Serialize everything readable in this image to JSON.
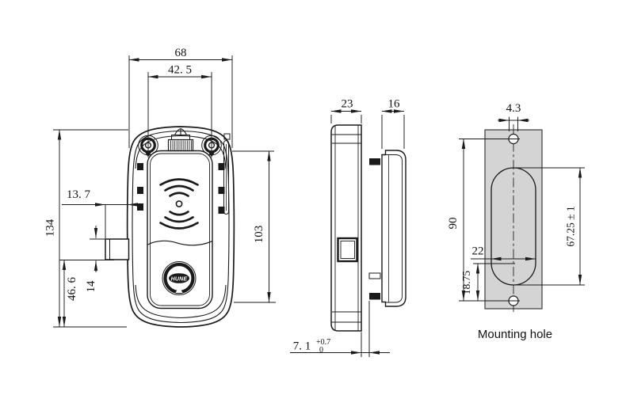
{
  "drawing": {
    "background": "#ffffff",
    "line_color": "#1a1a1a",
    "plate_color": "#d4d4d4",
    "front_view": {
      "logo_text": "HUNE",
      "dim_overall_width": "68",
      "dim_screw_spacing": "42. 5",
      "dim_overall_height": "134",
      "dim_latch_protrusion": "13. 7",
      "dim_latch_to_bottom": "46. 6",
      "dim_latch_height": "14",
      "dim_right_height": "103"
    },
    "side_view": {
      "dim_front_depth": "23",
      "dim_rear_depth": "16",
      "dim_panel_gap": "7. 1",
      "dim_panel_gap_tol_upper": "+0.7",
      "dim_panel_gap_tol_lower": "0"
    },
    "mounting_view": {
      "caption": "Mounting hole",
      "dim_hole_dia": "4.3",
      "dim_hole_spacing": "90",
      "dim_slot_width": "22",
      "dim_hole_to_slot_center": "18.75",
      "dim_slot_height": "67.25 ± 1"
    }
  }
}
